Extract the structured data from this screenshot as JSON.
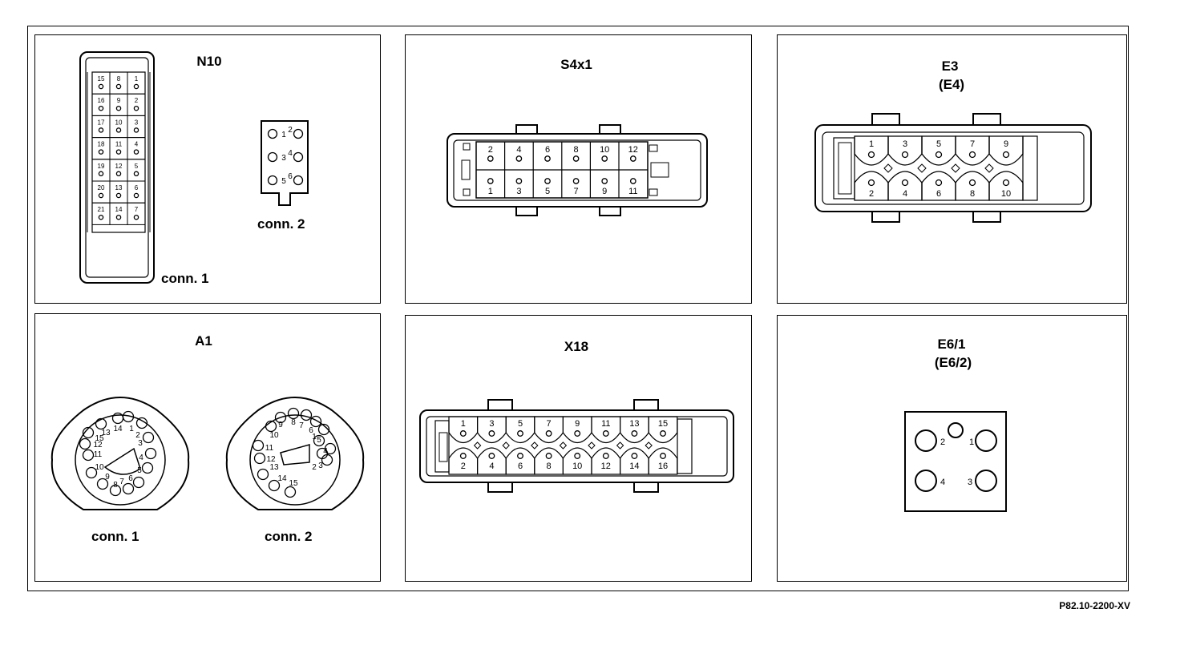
{
  "panels": {
    "n10": {
      "title": "N10",
      "conn1_label": "conn. 1",
      "conn2_label": "conn. 2",
      "conn1_pins": [
        [
          "15",
          "8",
          "1"
        ],
        [
          "16",
          "9",
          "2"
        ],
        [
          "17",
          "10",
          "3"
        ],
        [
          "18",
          "11",
          "4"
        ],
        [
          "19",
          "12",
          "5"
        ],
        [
          "20",
          "13",
          "6"
        ],
        [
          "21",
          "14",
          "7"
        ]
      ],
      "conn2_pins": [
        "1",
        "2",
        "3",
        "4",
        "5",
        "6"
      ]
    },
    "s4x1": {
      "title": "S4x1",
      "top_pins": [
        "2",
        "4",
        "6",
        "8",
        "10",
        "12"
      ],
      "bottom_pins": [
        "1",
        "3",
        "5",
        "7",
        "9",
        "11"
      ]
    },
    "e3": {
      "title": "E3",
      "subtitle": "(E4)",
      "top_pins": [
        "1",
        "3",
        "5",
        "7",
        "9"
      ],
      "bottom_pins": [
        "2",
        "4",
        "6",
        "8",
        "10"
      ]
    },
    "a1": {
      "title": "A1",
      "conn1_label": "conn. 1",
      "conn2_label": "conn. 2",
      "conn1_pins": [
        "1",
        "2",
        "3",
        "4",
        "5",
        "6",
        "7",
        "8",
        "9",
        "10",
        "11",
        "12",
        "13",
        "14",
        "15"
      ],
      "conn2_pins": [
        "1",
        "2",
        "3",
        "4",
        "5",
        "6",
        "7",
        "8",
        "9",
        "10",
        "11",
        "12",
        "13",
        "14",
        "15"
      ]
    },
    "x18": {
      "title": "X18",
      "top_pins": [
        "1",
        "3",
        "5",
        "7",
        "9",
        "11",
        "13",
        "15"
      ],
      "bottom_pins": [
        "2",
        "4",
        "6",
        "8",
        "10",
        "12",
        "14",
        "16"
      ]
    },
    "e6": {
      "title": "E6/1",
      "subtitle": "(E6/2)",
      "pins": [
        "1",
        "2",
        "3",
        "4"
      ]
    }
  },
  "diagram_id": "P82.10-2200-XV"
}
